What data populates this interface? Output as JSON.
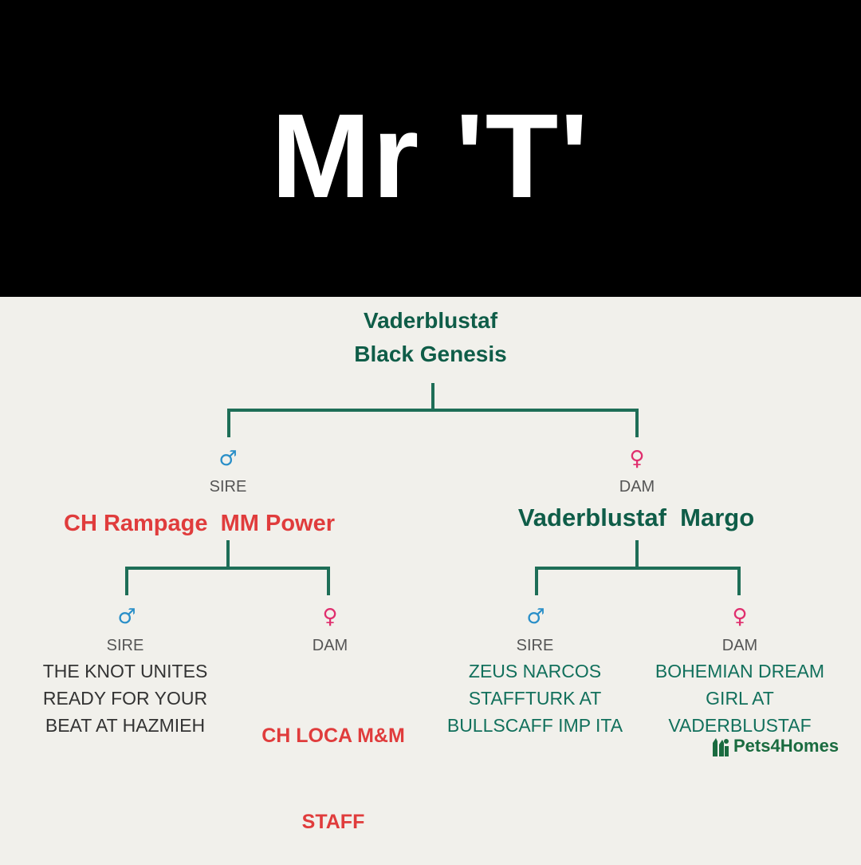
{
  "header": {
    "title": "Mr 'T'"
  },
  "pedigree": {
    "subject": {
      "name_line1": "Vaderblustaf",
      "name_line2": "Black Genesis"
    },
    "sire": {
      "symbol": "♂",
      "role": "SIRE",
      "name": "CH Rampage  MM Power",
      "sire": {
        "symbol": "♂",
        "role": "SIRE",
        "lines": [
          "THE KNOT UNITES",
          "READY FOR YOUR",
          "BEAT AT HAZMIEH"
        ]
      },
      "dam": {
        "symbol": "♀",
        "role": "DAM",
        "lines": [
          "CH LOCA M&M",
          "STAFF"
        ]
      }
    },
    "dam": {
      "symbol": "♀",
      "role": "DAM",
      "name": "Vaderblustaf  Margo",
      "sire": {
        "symbol": "♂",
        "role": "SIRE",
        "lines": [
          "ZEUS NARCOS",
          "STAFFTURK AT",
          "BULLSCAFF IMP ITA"
        ]
      },
      "dam": {
        "symbol": "♀",
        "role": "DAM",
        "lines": [
          "BOHEMIAN DREAM",
          "GIRL AT",
          "VADERBLUSTAF"
        ]
      }
    }
  },
  "watermark": {
    "text": "Pets4Homes",
    "icon": "pets4homes-logo-icon"
  },
  "colors": {
    "line": "#1e6e57",
    "green_name": "#0f5d48",
    "red_name": "#e03c3c",
    "male": "#2a8fc8",
    "female": "#e02f6e"
  }
}
